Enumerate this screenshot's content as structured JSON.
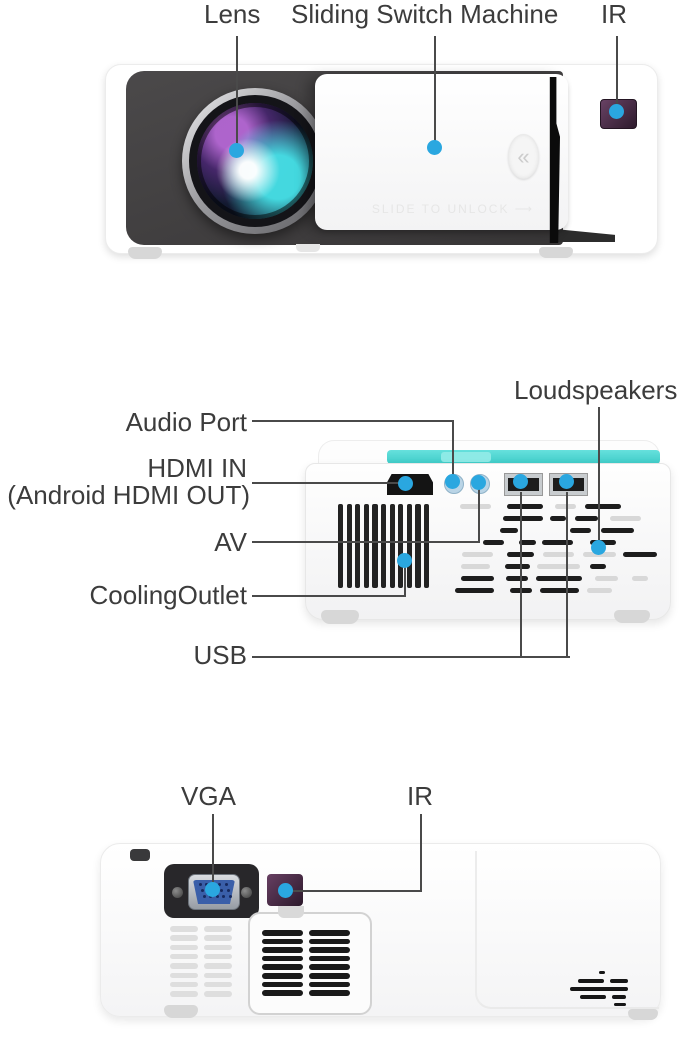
{
  "colors": {
    "accent_dot": "#2AA7E0",
    "label_text": "#3C3C3C",
    "callout_line": "#4A4A4A",
    "cyan_strip": "#4CD7D3",
    "ir_window_purple": "#5E3A58",
    "vga_connector_blue": "#3A5FA9",
    "front_panel_dark": "#413F40"
  },
  "top_view": {
    "labels": {
      "lens": "Lens",
      "sliding_switch": "Sliding Switch Machine",
      "ir": "IR"
    },
    "slide_text": "SLIDE TO UNLOCK ⟶",
    "slide_button_glyph": "«"
  },
  "back_view": {
    "labels": {
      "loudspeakers": "Loudspeakers",
      "audio_port": "Audio Port",
      "hdmi_in": "HDMI IN",
      "hdmi_in_sub": "(Android HDMI OUT)",
      "av": "AV",
      "cooling_outlet": "CoolingOutlet",
      "usb": "USB"
    }
  },
  "bottom_view": {
    "labels": {
      "vga": "VGA",
      "ir": "IR"
    }
  }
}
